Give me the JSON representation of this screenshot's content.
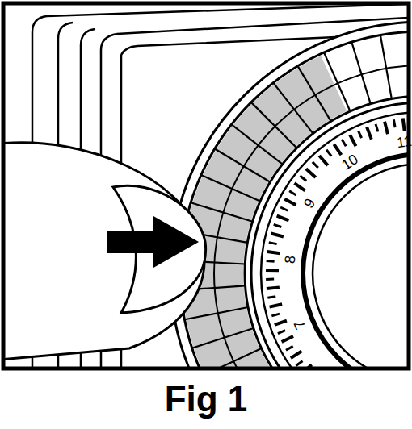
{
  "diagram": {
    "caption": "Fig 1",
    "labels": [
      "7",
      "8",
      "9",
      "10",
      "11"
    ]
  }
}
